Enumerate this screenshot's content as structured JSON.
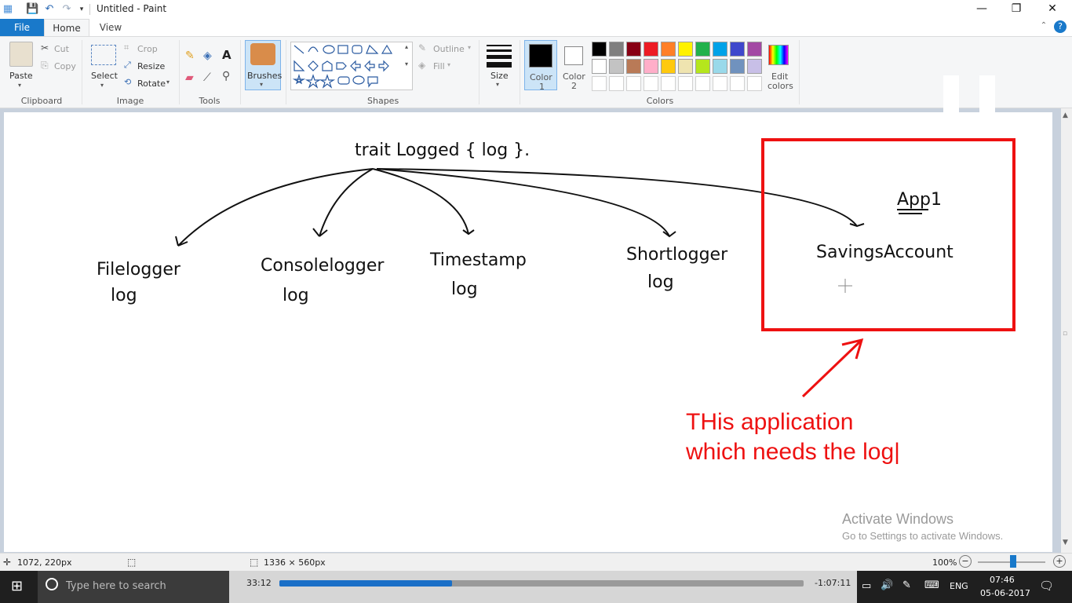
{
  "window": {
    "title": "Untitled - Paint",
    "minimize_glyph": "—",
    "maximize_glyph": "❐",
    "close_glyph": "✕"
  },
  "tabs": {
    "file": "File",
    "home": "Home",
    "view": "View"
  },
  "ribbon": {
    "clipboard": {
      "label": "Clipboard",
      "paste": "Paste",
      "cut": "Cut",
      "copy": "Copy"
    },
    "image": {
      "label": "Image",
      "select": "Select",
      "crop": "Crop",
      "resize": "Resize",
      "rotate": "Rotate"
    },
    "tools": {
      "label": "Tools"
    },
    "brushes": {
      "label": "Brushes"
    },
    "shapes": {
      "label": "Shapes",
      "outline": "Outline",
      "fill": "Fill"
    },
    "size": {
      "label": "Size"
    },
    "color1": {
      "label": "Color",
      "num": "1",
      "value": "#000000"
    },
    "color2": {
      "label": "Color",
      "num": "2",
      "value": "#ffffff"
    },
    "colors": {
      "label": "Colors"
    },
    "edit_colors": {
      "line1": "Edit",
      "line2": "colors"
    },
    "palette_row1": [
      "#000000",
      "#7f7f7f",
      "#880015",
      "#ed1c24",
      "#ff7f27",
      "#fff200",
      "#22b14c",
      "#00a2e8",
      "#3f48cc",
      "#a349a4"
    ],
    "palette_row2": [
      "#ffffff",
      "#c3c3c3",
      "#b97a57",
      "#ffaec9",
      "#ffc90e",
      "#efe4b0",
      "#b5e61d",
      "#99d9ea",
      "#7092be",
      "#c8bfe7"
    ]
  },
  "drawing": {
    "root": "trait Logged { log }.",
    "children": [
      {
        "name": "Filelogger",
        "method": "log"
      },
      {
        "name": "Consolelogger",
        "method": "log"
      },
      {
        "name": "Timestamp",
        "method": "log"
      },
      {
        "name": "Shortlogger",
        "method": "log"
      }
    ],
    "app_label": "App1",
    "app_class": "SavingsAccount",
    "annotation_line1": "THis application",
    "annotation_line2": "which needs the log|",
    "accent": "#ee1111"
  },
  "watermark": {
    "title": "Activate Windows",
    "subtitle": "Go to Settings to activate Windows."
  },
  "status": {
    "cursor": "1072, 220px",
    "size": "1336 × 560px",
    "zoom": "100%"
  },
  "taskbar": {
    "search_placeholder": "Type here to search",
    "elapsed": "33:12",
    "remaining": "-1:07:11",
    "lang": "ENG",
    "time": "07:46",
    "date": "05-06-2017",
    "progress": 0.33
  }
}
